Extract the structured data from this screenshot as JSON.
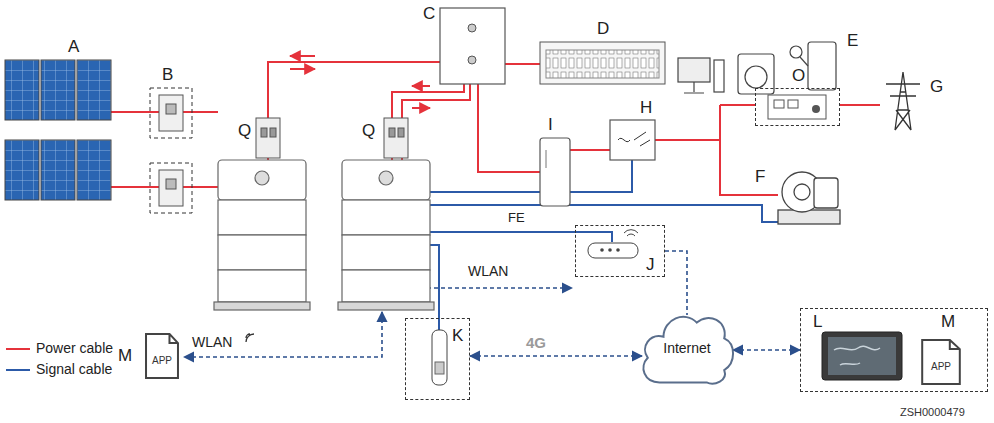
{
  "diagram": {
    "nodes": [
      {
        "text": [
          "O"
        ]
      },
      {
        "text": [
          "J"
        ]
      },
      {
        "text": [
          "K"
        ]
      },
      {
        "text": [
          "APP"
        ]
      },
      {
        "text": [
          "Internet"
        ]
      },
      {
        "text": [
          "L",
          "M"
        ]
      },
      {
        "text": [
          "APP"
        ],
        "in": 5
      }
    ],
    "edges": [
      {
        "from": 2,
        "to": 4,
        "arrow": "both",
        "label": "4G"
      },
      {
        "from": 1,
        "to": 4,
        "arrow": "none"
      },
      {
        "from": 4,
        "to": 5,
        "arrow": "both"
      }
    ],
    "labels": [
      "A",
      "B",
      "C",
      "D",
      "E",
      "Q",
      "Q",
      "I",
      "H",
      "G",
      "F",
      "FE",
      "WLAN",
      "WLAN",
      "M",
      "ZSH0000479"
    ],
    "legend": [
      {
        "text": "Power cable",
        "color": "#e5323b"
      },
      {
        "text": "Signal cable",
        "color": "#2c5aa8"
      }
    ]
  }
}
